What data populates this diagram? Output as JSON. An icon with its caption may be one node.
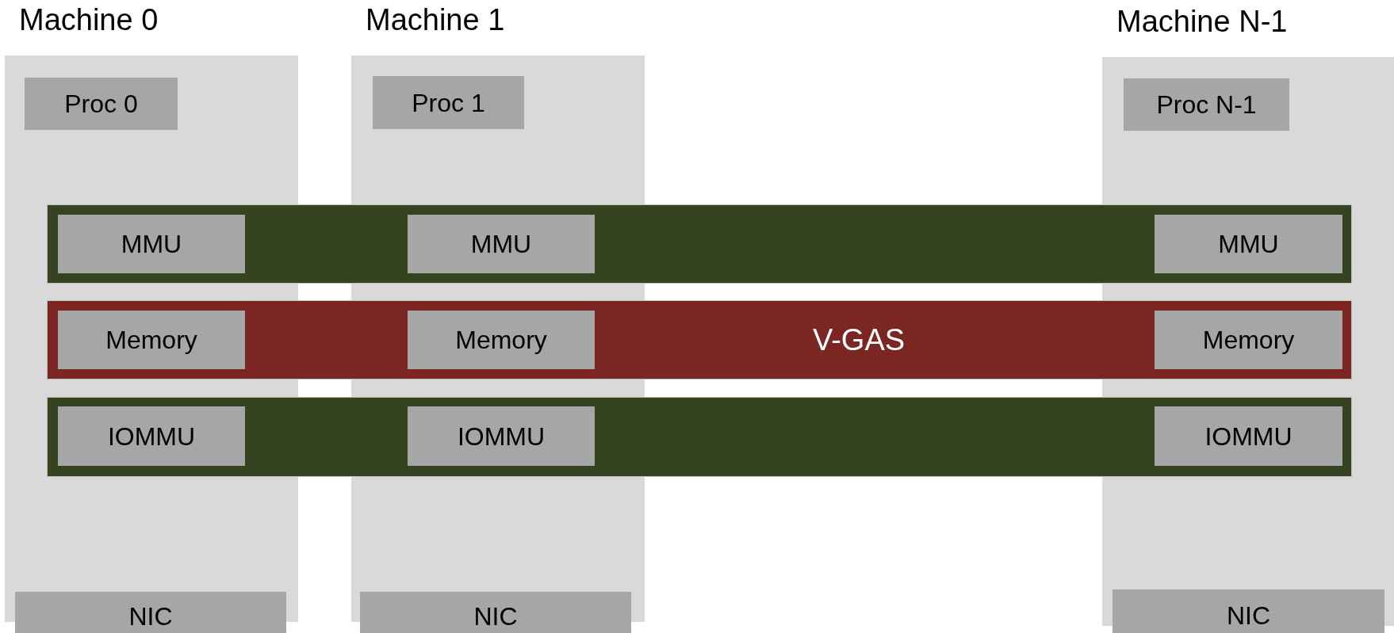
{
  "diagram": {
    "nodes": [
      {
        "text": [
          "Machine 0"
        ]
      },
      {
        "text": [
          "Proc 0"
        ],
        "in": 0
      },
      {
        "text": [
          "Machine 1"
        ]
      },
      {
        "text": [
          "Proc 1"
        ],
        "in": 2
      },
      {
        "text": [
          "Machine N-1"
        ]
      },
      {
        "text": [
          "Proc N-1"
        ],
        "in": 4
      },
      {
        "text": [],
        "shape": "bar"
      },
      {
        "text": [
          "MMU"
        ]
      },
      {
        "text": [
          "MMU"
        ]
      },
      {
        "text": [
          "MMU"
        ]
      },
      {
        "text": [
          "V-GAS"
        ]
      },
      {
        "text": [
          "Memory"
        ]
      },
      {
        "text": [
          "Memory"
        ]
      },
      {
        "text": [
          "Memory"
        ]
      },
      {
        "text": [],
        "shape": "bar"
      },
      {
        "text": [
          "IOMMU"
        ]
      },
      {
        "text": [
          "IOMMU"
        ]
      },
      {
        "text": [
          "IOMMU"
        ]
      },
      {
        "text": [
          "NIC"
        ]
      },
      {
        "text": [
          "NIC"
        ]
      },
      {
        "text": [
          "NIC"
        ]
      }
    ],
    "edges": []
  }
}
